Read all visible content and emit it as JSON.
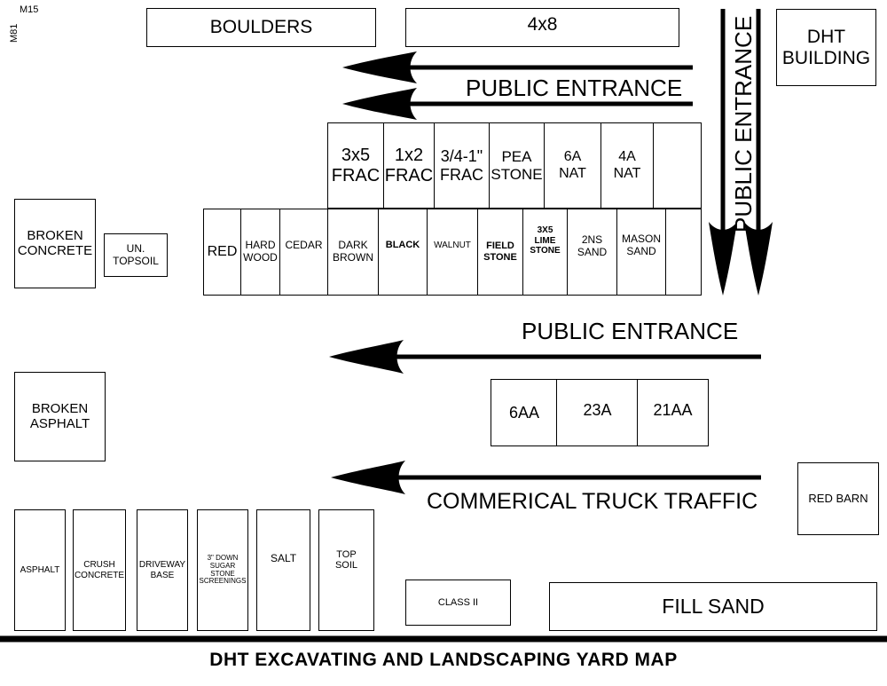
{
  "corner_codes": {
    "m15": "M15",
    "m81": "M81"
  },
  "top_row": {
    "boulders": "BOULDERS",
    "four_by_eight": "4x8",
    "dht_building": "DHT\nBUILDING"
  },
  "entrance_labels": {
    "top": "PUBLIC ENTRANCE",
    "vertical": "PUBLIC ENTRANCE",
    "middle": "PUBLIC ENTRANCE",
    "truck": "COMMERICAL TRUCK TRAFFIC"
  },
  "upper_bins": [
    "3x5\nFRAC",
    "1x2\nFRAC",
    "3/4-1\"\nFRAC",
    "PEA\nSTONE",
    "6A\nNAT",
    "4A\nNAT",
    ""
  ],
  "lower_bins": [
    "RED",
    "HARD\nWOOD",
    "CEDAR",
    "DARK\nBROWN",
    "BLACK",
    "WALNUT",
    "FIELD\nSTONE",
    "3X5\nLIME\nSTONE",
    "2NS\nSAND",
    "MASON\nSAND",
    ""
  ],
  "left_side": {
    "broken_concrete": "BROKEN\nCONCRETE",
    "un_topsoil": "UN.\nTOPSOIL",
    "broken_asphalt": "BROKEN\nASPHALT"
  },
  "aggregates": [
    "6AA",
    "23A",
    "21AA"
  ],
  "red_barn": "RED BARN",
  "bottom_bins": [
    "ASPHALT",
    "CRUSH\nCONCRETE",
    "DRIVEWAY\nBASE",
    "3\" DOWN\nSUGAR\nSTONE\nSCREENINGS",
    "SALT",
    "TOP\nSOIL"
  ],
  "class_ii": "CLASS II",
  "fill_sand": "FILL SAND",
  "title": "DHT EXCAVATING AND LANDSCAPING YARD MAP",
  "colors": {
    "ink": "#000000",
    "paper": "#ffffff"
  }
}
